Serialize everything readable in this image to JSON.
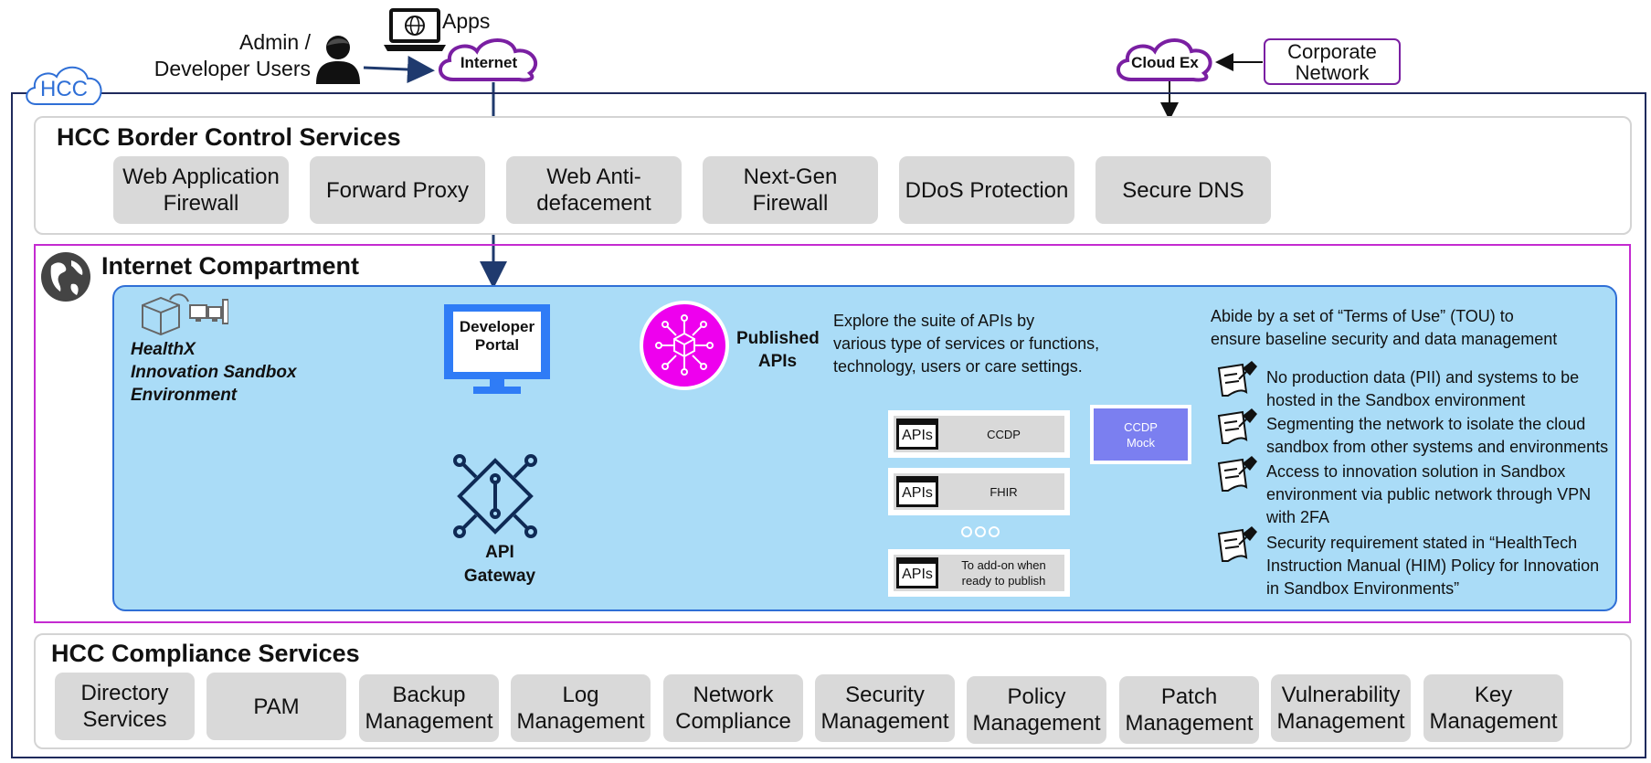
{
  "top": {
    "hcc_badge": "HCC",
    "users_label_line1": "Admin /",
    "users_label_line2": "Developer Users",
    "apps_label": "Apps",
    "internet_label": "Internet",
    "cloud_ex_label": "Cloud Ex",
    "corporate_line1": "Corporate",
    "corporate_line2": "Network"
  },
  "border_control": {
    "title": "HCC Border Control Services",
    "services": [
      {
        "line1": "Web Application",
        "line2": "Firewall"
      },
      {
        "line1": "Forward Proxy",
        "line2": ""
      },
      {
        "line1": "Web Anti-",
        "line2": "defacement"
      },
      {
        "line1": "Next-Gen",
        "line2": "Firewall"
      },
      {
        "line1": "DDoS Protection",
        "line2": ""
      },
      {
        "line1": "Secure DNS",
        "line2": ""
      }
    ]
  },
  "internet_compartment": {
    "title": "Internet Compartment",
    "sandbox_line1": "HealthX",
    "sandbox_line2": "Innovation Sandbox",
    "sandbox_line3": "Environment",
    "developer_portal_line1": "Developer",
    "developer_portal_line2": "Portal",
    "published_line1": "Published",
    "published_line2": "APIs",
    "api_gateway_line1": "API",
    "api_gateway_line2": "Gateway",
    "explore_line1": "Explore the suite of APIs by",
    "explore_line2": "various type of services or functions,",
    "explore_line3": "technology, users or care settings.",
    "apis_badge": "APIs",
    "api_rows": [
      {
        "line1": "CCDP",
        "line2": ""
      },
      {
        "line1": "FHIR",
        "line2": ""
      },
      {
        "line1": "To add-on when",
        "line2": "ready to publish"
      }
    ],
    "mock_line1": "CCDP",
    "mock_line2": "Mock",
    "tou_line1": "Abide by a set of “Terms of Use” (TOU) to",
    "tou_line2": "ensure baseline security and data management",
    "tou_items": [
      {
        "line1": "No production data (PII) and systems to be",
        "line2": "hosted in the Sandbox environment",
        "line3": ""
      },
      {
        "line1": "Segmenting the network to isolate the cloud",
        "line2": "sandbox from other systems and environments",
        "line3": ""
      },
      {
        "line1": "Access to innovation solution in Sandbox",
        "line2": "environment via public network through VPN",
        "line3": "with 2FA"
      },
      {
        "line1": "Security requirement stated in “HealthTech",
        "line2": "Instruction Manual (HIM) Policy for Innovation",
        "line3": "in Sandbox Environments”"
      }
    ]
  },
  "compliance": {
    "title": "HCC Compliance Services",
    "services": [
      {
        "line1": "Directory",
        "line2": "Services"
      },
      {
        "line1": "PAM",
        "line2": ""
      },
      {
        "line1": "Backup",
        "line2": "Management"
      },
      {
        "line1": "Log",
        "line2": "Management"
      },
      {
        "line1": "Network",
        "line2": "Compliance"
      },
      {
        "line1": "Security",
        "line2": "Management"
      },
      {
        "line1": "Policy",
        "line2": "Management"
      },
      {
        "line1": "Patch",
        "line2": "Management"
      },
      {
        "line1": "Vulnerability",
        "line2": "Management"
      },
      {
        "line1": "Key",
        "line2": "Management"
      }
    ]
  },
  "colors": {
    "frame": "#1f2a5c",
    "cloud_outline": "#7a1fa2",
    "compartment_border": "#c42bd0",
    "sandbox_fill": "#aadcf7",
    "portal_blue": "#2f7cf6",
    "published_magenta": "#ee00ee",
    "gateway_navy": "#0f2a55",
    "mock_fill": "#7b7ff0",
    "service_fill": "#d9d9d9"
  }
}
